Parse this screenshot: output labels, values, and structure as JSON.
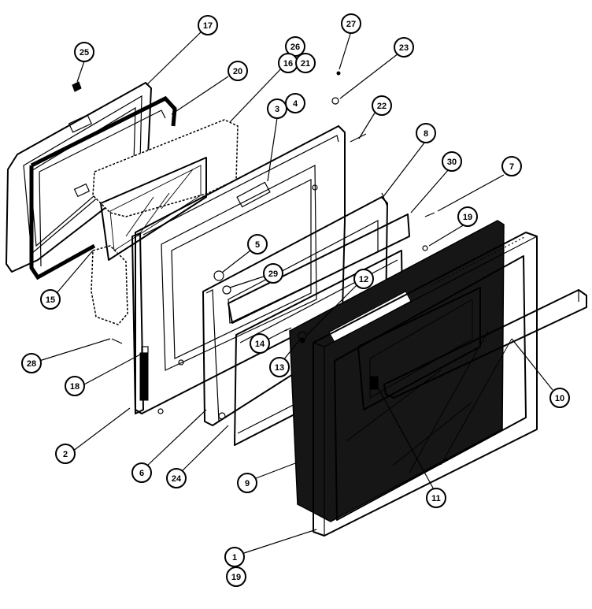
{
  "diagram": {
    "callouts": [
      {
        "id": "c17",
        "label": "17"
      },
      {
        "id": "c25",
        "label": "25"
      },
      {
        "id": "c20",
        "label": "20"
      },
      {
        "id": "c26",
        "label": "26"
      },
      {
        "id": "c16",
        "label": "16"
      },
      {
        "id": "c21",
        "label": "21"
      },
      {
        "id": "c27",
        "label": "27"
      },
      {
        "id": "c23",
        "label": "23"
      },
      {
        "id": "c3",
        "label": "3"
      },
      {
        "id": "c4",
        "label": "4"
      },
      {
        "id": "c22",
        "label": "22"
      },
      {
        "id": "c8",
        "label": "8"
      },
      {
        "id": "c30",
        "label": "30"
      },
      {
        "id": "c7",
        "label": "7"
      },
      {
        "id": "c19a",
        "label": "19"
      },
      {
        "id": "c5",
        "label": "5"
      },
      {
        "id": "c29",
        "label": "29"
      },
      {
        "id": "c12",
        "label": "12"
      },
      {
        "id": "c15",
        "label": "15"
      },
      {
        "id": "c14",
        "label": "14"
      },
      {
        "id": "c13",
        "label": "13"
      },
      {
        "id": "c28",
        "label": "28"
      },
      {
        "id": "c18",
        "label": "18"
      },
      {
        "id": "c10",
        "label": "10"
      },
      {
        "id": "c2",
        "label": "2"
      },
      {
        "id": "c6",
        "label": "6"
      },
      {
        "id": "c24",
        "label": "24"
      },
      {
        "id": "c9",
        "label": "9"
      },
      {
        "id": "c11",
        "label": "11"
      },
      {
        "id": "c1",
        "label": "1"
      },
      {
        "id": "c19b",
        "label": "19"
      }
    ]
  }
}
